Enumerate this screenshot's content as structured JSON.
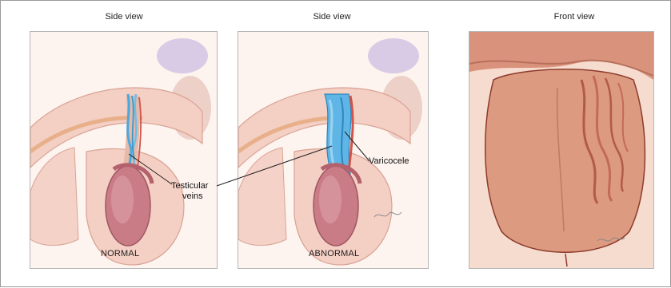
{
  "views": {
    "normal": {
      "title": "Side view",
      "caption": "NORMAL"
    },
    "abnormal": {
      "title": "Side view",
      "caption": "ABNORMAL"
    },
    "front": {
      "title": "Front view"
    }
  },
  "labels": {
    "testicular_veins": [
      "Testicular",
      "veins"
    ],
    "varicocele": "Varicocele"
  },
  "colors": {
    "skin": "#f1c7bd",
    "skin_dark": "#d99a8b",
    "vein_blue": "#4aa8dc",
    "artery_red": "#d0544a",
    "testis": "#c97c86",
    "front_skin": "#d98f74",
    "leader_line": "#222222"
  }
}
